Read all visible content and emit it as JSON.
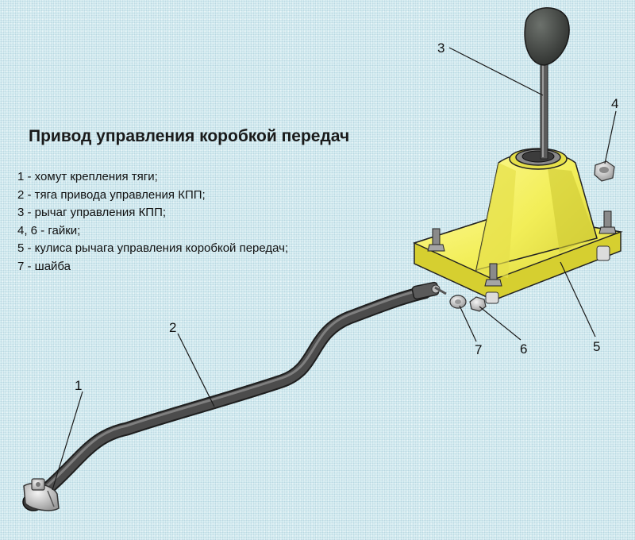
{
  "title": "Привод управления коробкой передач",
  "legend": [
    "1 - хомут крепления тяги;",
    "2 - тяга привода управления КПП;",
    "3 - рычаг управления КПП;",
    "4, 6 - гайки;",
    "5 - кулиса рычага управления коробкой передач;",
    "7 - шайба"
  ],
  "callouts": [
    "1",
    "2",
    "3",
    "4",
    "5",
    "6",
    "7"
  ],
  "colors": {
    "background": "#dcf0f4",
    "housing": "#f2ee58",
    "rod": "#4a4a4a",
    "knob": "#3c3f3c"
  }
}
